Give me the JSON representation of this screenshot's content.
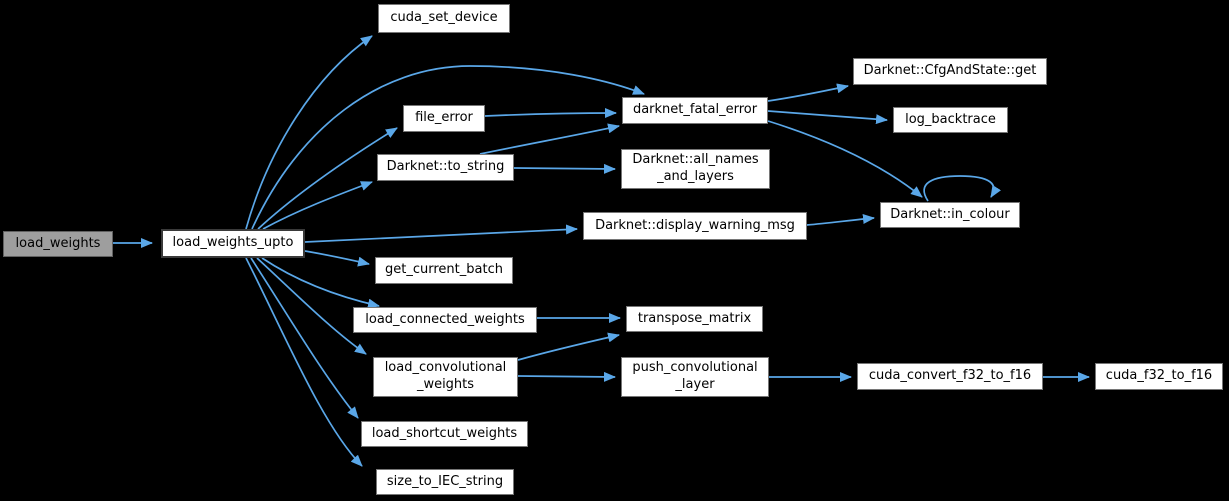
{
  "diagram": {
    "type": "call-graph",
    "background_color": "#000000",
    "edge_color": "#5aa7e8",
    "node_fill": "#ffffff",
    "entry_node_fill": "#9e9e9e"
  },
  "nodes": [
    {
      "id": "load_weights",
      "label": "load_weights"
    },
    {
      "id": "load_weights_upto",
      "label": "load_weights_upto"
    },
    {
      "id": "cuda_set_device",
      "label": "cuda_set_device"
    },
    {
      "id": "file_error",
      "label": "file_error"
    },
    {
      "id": "darknet_to_string",
      "label": "Darknet::to_string"
    },
    {
      "id": "darknet_fatal_error",
      "label": "darknet_fatal_error"
    },
    {
      "id": "darknet_cfgandstate_get",
      "label": "Darknet::CfgAndState::get"
    },
    {
      "id": "log_backtrace",
      "label": "log_backtrace"
    },
    {
      "id": "darknet_all_names_and_layers",
      "label": "Darknet::all_names\n_and_layers"
    },
    {
      "id": "darknet_display_warning_msg",
      "label": "Darknet::display_warning_msg"
    },
    {
      "id": "darknet_in_colour",
      "label": "Darknet::in_colour"
    },
    {
      "id": "get_current_batch",
      "label": "get_current_batch"
    },
    {
      "id": "load_connected_weights",
      "label": "load_connected_weights"
    },
    {
      "id": "transpose_matrix",
      "label": "transpose_matrix"
    },
    {
      "id": "load_convolutional_weights",
      "label": "load_convolutional\n_weights"
    },
    {
      "id": "push_convolutional_layer",
      "label": "push_convolutional\n_layer"
    },
    {
      "id": "load_shortcut_weights",
      "label": "load_shortcut_weights"
    },
    {
      "id": "size_to_IEC_string",
      "label": "size_to_IEC_string"
    },
    {
      "id": "cuda_convert_f32_to_f16",
      "label": "cuda_convert_f32_to_f16"
    },
    {
      "id": "cuda_f32_to_f16",
      "label": "cuda_f32_to_f16"
    }
  ],
  "edges": [
    {
      "from": "load_weights",
      "to": "load_weights_upto"
    },
    {
      "from": "load_weights_upto",
      "to": "cuda_set_device"
    },
    {
      "from": "load_weights_upto",
      "to": "darknet_fatal_error"
    },
    {
      "from": "load_weights_upto",
      "to": "file_error"
    },
    {
      "from": "load_weights_upto",
      "to": "darknet_to_string"
    },
    {
      "from": "load_weights_upto",
      "to": "darknet_display_warning_msg"
    },
    {
      "from": "load_weights_upto",
      "to": "get_current_batch"
    },
    {
      "from": "load_weights_upto",
      "to": "load_connected_weights"
    },
    {
      "from": "load_weights_upto",
      "to": "load_convolutional_weights"
    },
    {
      "from": "load_weights_upto",
      "to": "load_shortcut_weights"
    },
    {
      "from": "load_weights_upto",
      "to": "size_to_IEC_string"
    },
    {
      "from": "file_error",
      "to": "darknet_fatal_error"
    },
    {
      "from": "darknet_to_string",
      "to": "darknet_fatal_error"
    },
    {
      "from": "darknet_to_string",
      "to": "darknet_all_names_and_layers"
    },
    {
      "from": "darknet_fatal_error",
      "to": "darknet_cfgandstate_get"
    },
    {
      "from": "darknet_fatal_error",
      "to": "log_backtrace"
    },
    {
      "from": "darknet_fatal_error",
      "to": "darknet_in_colour"
    },
    {
      "from": "darknet_display_warning_msg",
      "to": "darknet_in_colour"
    },
    {
      "from": "darknet_in_colour",
      "to": "darknet_in_colour"
    },
    {
      "from": "load_connected_weights",
      "to": "transpose_matrix"
    },
    {
      "from": "load_convolutional_weights",
      "to": "transpose_matrix"
    },
    {
      "from": "load_convolutional_weights",
      "to": "push_convolutional_layer"
    },
    {
      "from": "push_convolutional_layer",
      "to": "cuda_convert_f32_to_f16"
    },
    {
      "from": "cuda_convert_f32_to_f16",
      "to": "cuda_f32_to_f16"
    }
  ]
}
